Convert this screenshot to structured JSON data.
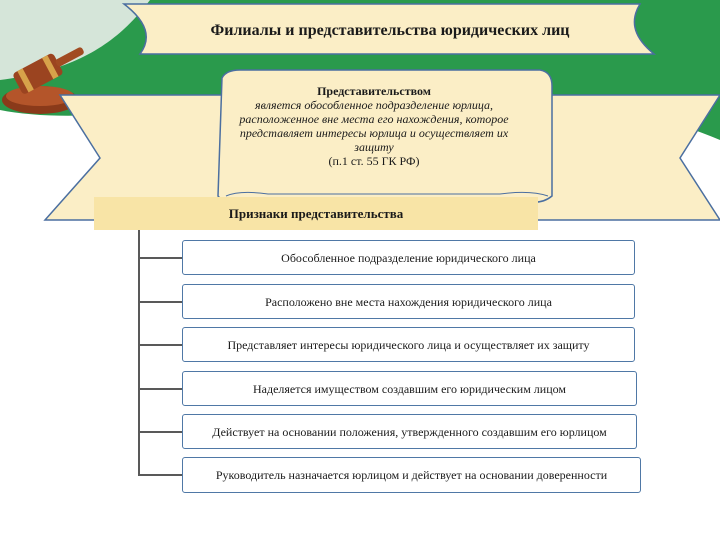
{
  "title": "Филиалы и представительства юридических лиц",
  "definition": {
    "term": "Представительством",
    "body": "является обособленное подразделение юрлица, расположенное вне места его нахождения, которое представляет интересы юрлица и осуществляет их защиту",
    "reference": "(п.1 ст. 55 ГК РФ)"
  },
  "signs_header": "Признаки представительства",
  "signs": [
    "Обособленное подразделение юридического лица",
    "Расположено вне места нахождения юридического лица",
    "Представляет интересы юридического лица и осуществляет их защиту",
    "Наделяется имуществом создавшим его юридическим лицом",
    "Действует на основании положения, утвержденного создавшим его юрлицом",
    "Руководитель назначается юрлицом и действует на основании доверенности"
  ],
  "colors": {
    "green": "#2a9a4c",
    "ribbon": "#fbeec6",
    "ribbon_outline": "#4b6fa0",
    "box_border": "#4f78a6",
    "header_fill": "#f8e4a6"
  },
  "icons": [
    "gavel-icon"
  ]
}
